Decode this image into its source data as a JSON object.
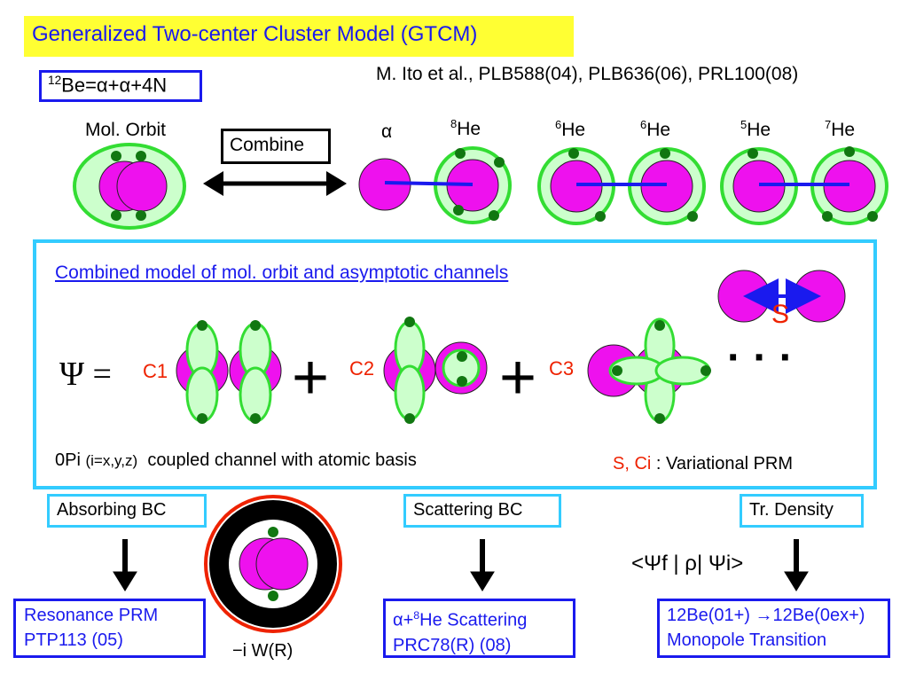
{
  "title": "Generalized Two-center Cluster Model (GTCM)",
  "reference": "M. Ito et al., PLB588(04), PLB636(06), PRL100(08)",
  "be_model": {
    "sup": "12",
    "text": "Be=α+α+4N"
  },
  "mol_orbit_label": "Mol. Orbit",
  "combine_label": "Combine",
  "channels": [
    {
      "left": "α",
      "left_sup": "",
      "right": "He",
      "right_sup": "8"
    },
    {
      "left": "He",
      "left_sup": "6",
      "right": "He",
      "right_sup": "6"
    },
    {
      "left": "He",
      "left_sup": "5",
      "right": "He",
      "right_sup": "7"
    }
  ],
  "combined_title": "Combined model of mol. orbit and asymptotic channels",
  "psi_equation": "Ψ =",
  "coefficients": [
    "C1",
    "C2",
    "C3"
  ],
  "plus_sign": "+",
  "ellipsis": "· · ·",
  "s_label": "S",
  "basis_note": {
    "prefix": "0Pi",
    "paren": "(i=x,y,z)",
    "rest": "coupled channel with atomic basis"
  },
  "variational": {
    "red": "S, Ci",
    "rest": ": Variational PRM"
  },
  "bottom": {
    "absorbing": {
      "label": "Absorbing BC",
      "result_line1": "Resonance PRM",
      "result_line2": "PTP113 (05)",
      "potential": "−i W(R)"
    },
    "scattering": {
      "label": "Scattering BC",
      "result_line1_pre": "α+",
      "result_line1_sup": "8",
      "result_line1_post": "He Scattering",
      "result_line2": "PRC78(R) (08)"
    },
    "density": {
      "label": "Tr. Density",
      "matrix": "<Ψf | ρ| Ψi>",
      "result_line1": "12Be(01+) →12Be(0ex+)",
      "result_line2": "Monopole Transition"
    }
  },
  "colors": {
    "title_bg": "#ffff33",
    "title_text": "#1a1aee",
    "cyan": "#33ccff",
    "magenta": "#ee11ee",
    "light_green": "#ccffcc",
    "green": "#33dd33",
    "dark_green": "#117711",
    "blue": "#1a1aee",
    "red": "#ee2200"
  }
}
